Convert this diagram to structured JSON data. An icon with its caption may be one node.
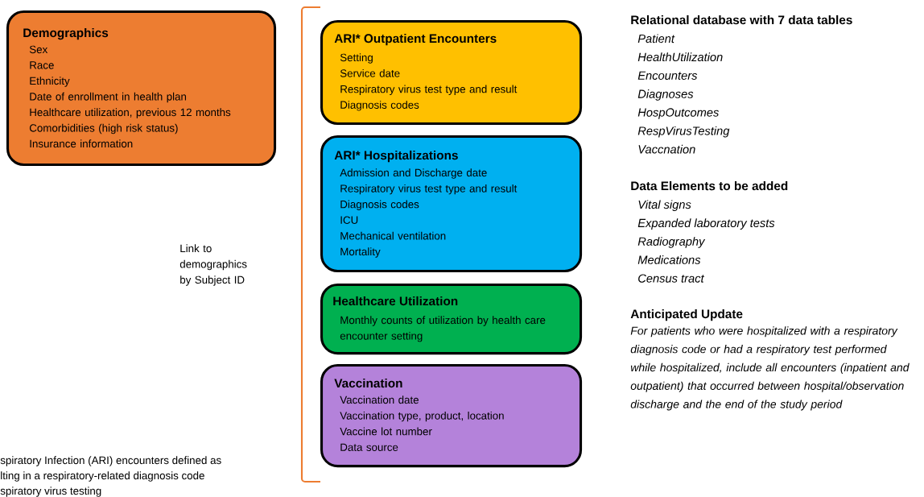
{
  "diagram": {
    "nodes": [
      {
        "text": [
          "Demographics",
          "Sex",
          "Race",
          "Ethnicity",
          "Date of enrollment in health plan",
          "Healthcare utilization, previous 12 months",
          "Comorbidities (high risk status)",
          "Insurance information"
        ]
      },
      {
        "text": [
          "ARI* Outpatient Encounters",
          "Setting",
          "Service date",
          "Respiratory virus test type and result",
          "Diagnosis codes"
        ]
      },
      {
        "text": [
          "ARI* Hospitalizations",
          "Admission and Discharge date",
          "Respiratory virus test type and result",
          "Diagnosis codes",
          "ICU",
          "Mechanical ventilation",
          "Mortality"
        ]
      },
      {
        "text": [
          "Healthcare Utilization",
          "Monthly counts of utilization by health care encounter setting"
        ]
      },
      {
        "text": [
          "Vaccination",
          "Vaccination date",
          "Vaccination type, product, location",
          "Vaccine lot number",
          "Data source"
        ]
      }
    ],
    "labels": [
      "Link to demographics by Subject ID",
      "spiratory Infection (ARI) encounters defined as",
      "lting in a respiratory-related diagnosis code",
      "spiratory virus testing",
      "Relational database with 7 data tables",
      "Patient",
      "HealthUtilization",
      "Encounters",
      "Diagnoses",
      "HospOutcomes",
      "RespVirusTesting",
      "Vaccnation",
      "Data Elements to be added",
      "Vital signs",
      "Expanded laboratory tests",
      "Radiography",
      "Medications",
      "Census tract",
      "Anticipated Update",
      "For patients who were hospitalized with a respiratory diagnosis code or had a respiratory test performed while hospitalized, include all encounters (inpatient and outpatient) that occurred between hospital/observation discharge and the end of the study period"
    ]
  }
}
